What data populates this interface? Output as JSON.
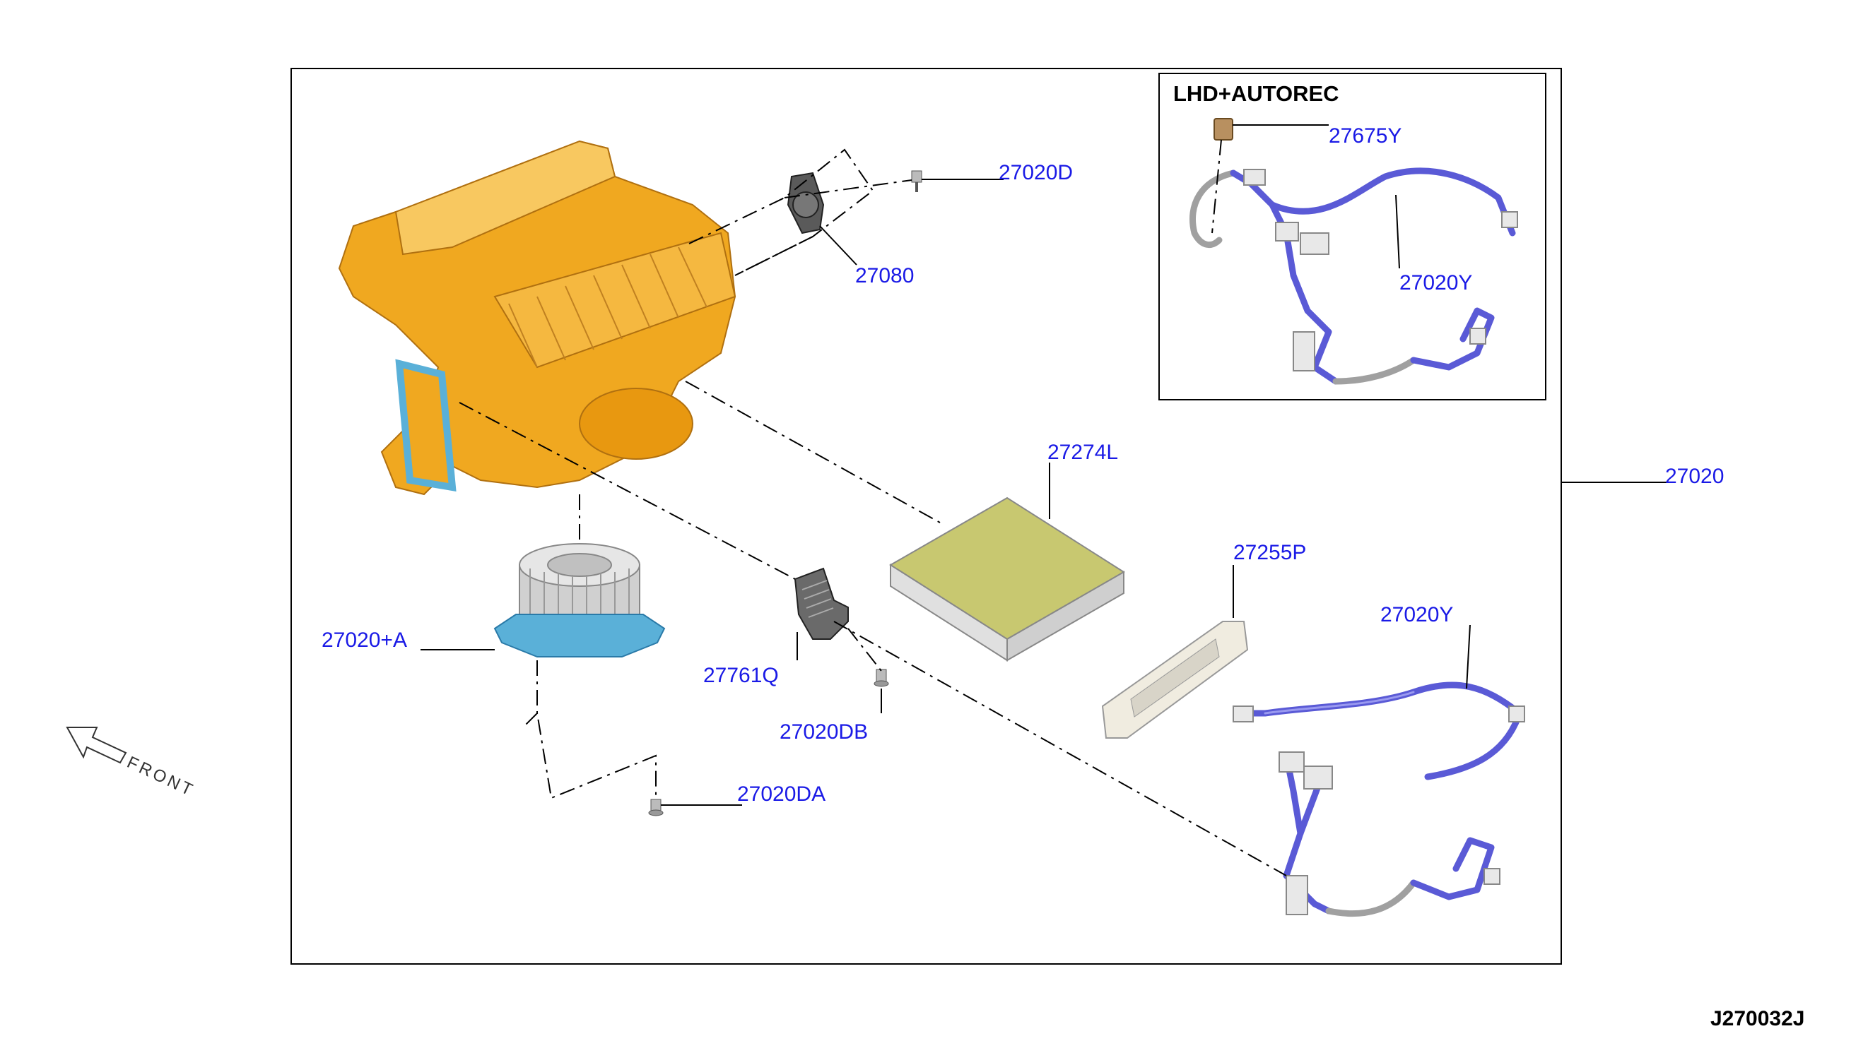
{
  "diagram_code": "J270032J",
  "inset": {
    "title": "LHD+AUTOREC"
  },
  "front_label": "FRONT",
  "callouts": {
    "c_27020D": "27020D",
    "c_27080": "27080",
    "c_27675Y": "27675Y",
    "c_27020Y_inset": "27020Y",
    "c_27020": "27020",
    "c_27274L": "27274L",
    "c_27255P": "27255P",
    "c_27020Y": "27020Y",
    "c_27020A": "27020+A",
    "c_27761Q": "27761Q",
    "c_27020DB": "27020DB",
    "c_27020DA": "27020DA"
  },
  "colors": {
    "housing": "#f0a820",
    "housing_light": "#f8c860",
    "gasket": "#5ab0d8",
    "filter_top": "#c8c870",
    "wire": "#5a5ad6",
    "callout_text": "#1a1ae6"
  }
}
